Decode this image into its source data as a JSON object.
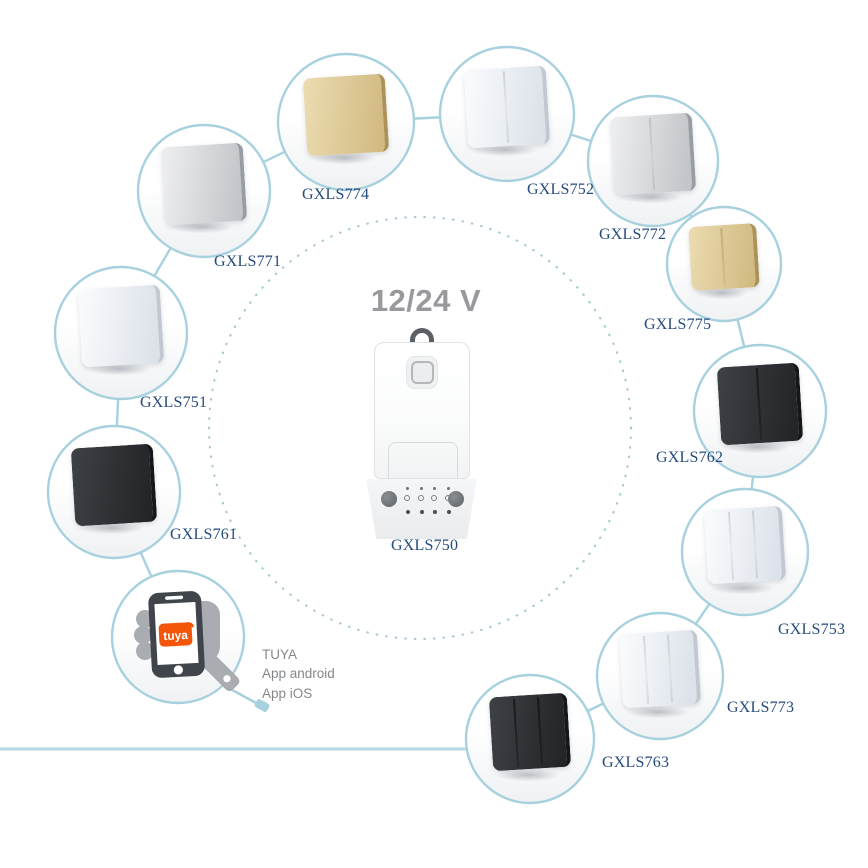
{
  "diagram_title": "wireless switch compatibility ring",
  "colors": {
    "accent_blue": "#a7d1de",
    "dotted_circle_blue": "#a5c8d3",
    "label_blue": "#254a7d",
    "voltage_gray": "#97999c",
    "app_text_gray": "#85888b",
    "tuya_orange": "#f3560a",
    "phone_dark": "#3f454a",
    "hand_gray": "#a9adb1"
  },
  "center": {
    "voltage": "12/24 V",
    "receiver": {
      "label": "GXLS750",
      "product": "12/24 V wireless receiver module"
    }
  },
  "nodes": [
    {
      "label": "GXLS771",
      "product": "1-gang wireless switch",
      "finish": "silver"
    },
    {
      "label": "GXLS774",
      "product": "1-gang wireless switch",
      "finish": "gold"
    },
    {
      "label": "GXLS752",
      "product": "2-gang wireless switch",
      "finish": "white"
    },
    {
      "label": "GXLS772",
      "product": "2-gang wireless switch",
      "finish": "silver"
    },
    {
      "label": "GXLS775",
      "product": "2-gang wireless switch",
      "finish": "gold"
    },
    {
      "label": "GXLS762",
      "product": "2-gang wireless switch",
      "finish": "black"
    },
    {
      "label": "GXLS753",
      "product": "3-gang wireless switch",
      "finish": "white"
    },
    {
      "label": "GXLS773",
      "product": "3-gang wireless switch",
      "finish": "white"
    },
    {
      "label": "GXLS763",
      "product": "3-gang wireless switch",
      "finish": "black"
    },
    {
      "label": "GXLS751",
      "product": "1-gang wireless switch",
      "finish": "white"
    },
    {
      "label": "GXLS761",
      "product": "1-gang wireless switch",
      "finish": "black"
    }
  ],
  "tuya": {
    "badge": "tuya",
    "app_lines": "TUYA\nApp android\nApp iOS"
  }
}
